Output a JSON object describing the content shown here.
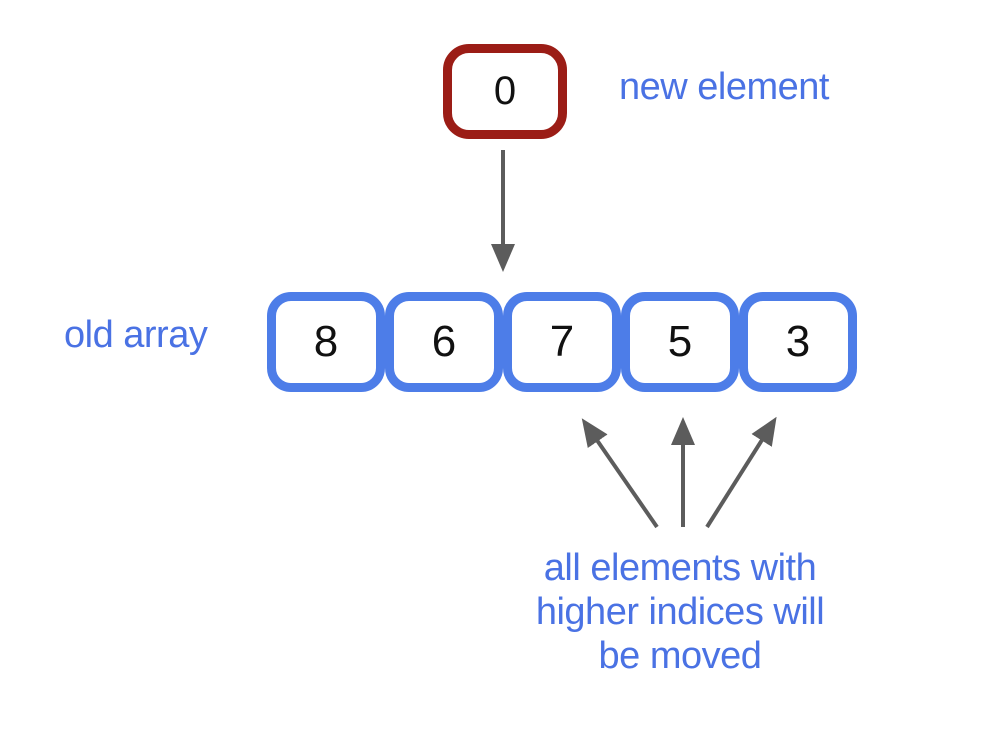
{
  "new_element": {
    "value": "0",
    "label": "new element"
  },
  "old_array": {
    "label": "old array",
    "cells": [
      "8",
      "6",
      "7",
      "5",
      "3"
    ]
  },
  "note": {
    "lines": [
      "all elements with",
      "higher indices will",
      "be moved"
    ]
  },
  "colors": {
    "new_element_border": "#9b1d16",
    "array_border": "#4d7de8",
    "label_text": "#4a72e4",
    "arrow": "#5c5c5c",
    "value_text": "#111111",
    "background": "#ffffff"
  }
}
